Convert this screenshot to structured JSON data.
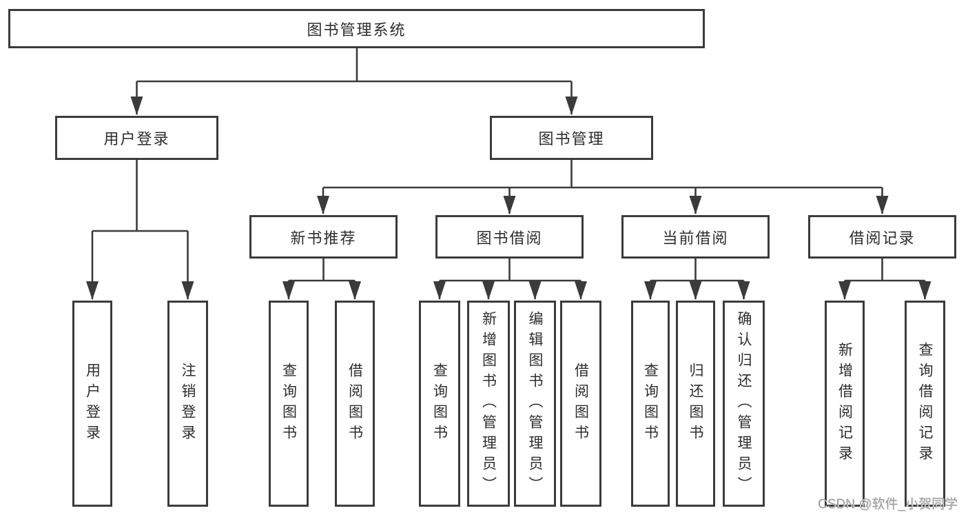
{
  "diagram": {
    "tree": {
      "label": "图书管理系统",
      "children": [
        {
          "label": "用户登录",
          "children": [
            {
              "label": "用户登录"
            },
            {
              "label": "注销登录"
            }
          ]
        },
        {
          "label": "图书管理",
          "children": [
            {
              "label": "新书推荐",
              "children": [
                {
                  "label": "查询图书"
                },
                {
                  "label": "借阅图书"
                }
              ]
            },
            {
              "label": "图书借阅",
              "children": [
                {
                  "label": "查询图书"
                },
                {
                  "label": "新增图书（管理员）"
                },
                {
                  "label": "编辑图书（管理员）"
                },
                {
                  "label": "借阅图书"
                }
              ]
            },
            {
              "label": "当前借阅",
              "children": [
                {
                  "label": "查询图书"
                },
                {
                  "label": "归还图书"
                },
                {
                  "label": "确认归还（管理员）"
                }
              ]
            },
            {
              "label": "借阅记录",
              "children": [
                {
                  "label": "新增借阅记录"
                },
                {
                  "label": "查询借阅记录"
                }
              ]
            }
          ]
        }
      ]
    },
    "colors": {
      "line": "#3b3b3b",
      "text": "#2d2d2d",
      "box_fill": "#ffffff",
      "background": "#ffffff",
      "watermark": "#9f9f9f"
    }
  },
  "watermark": "CSDN @软件_小贺同学"
}
